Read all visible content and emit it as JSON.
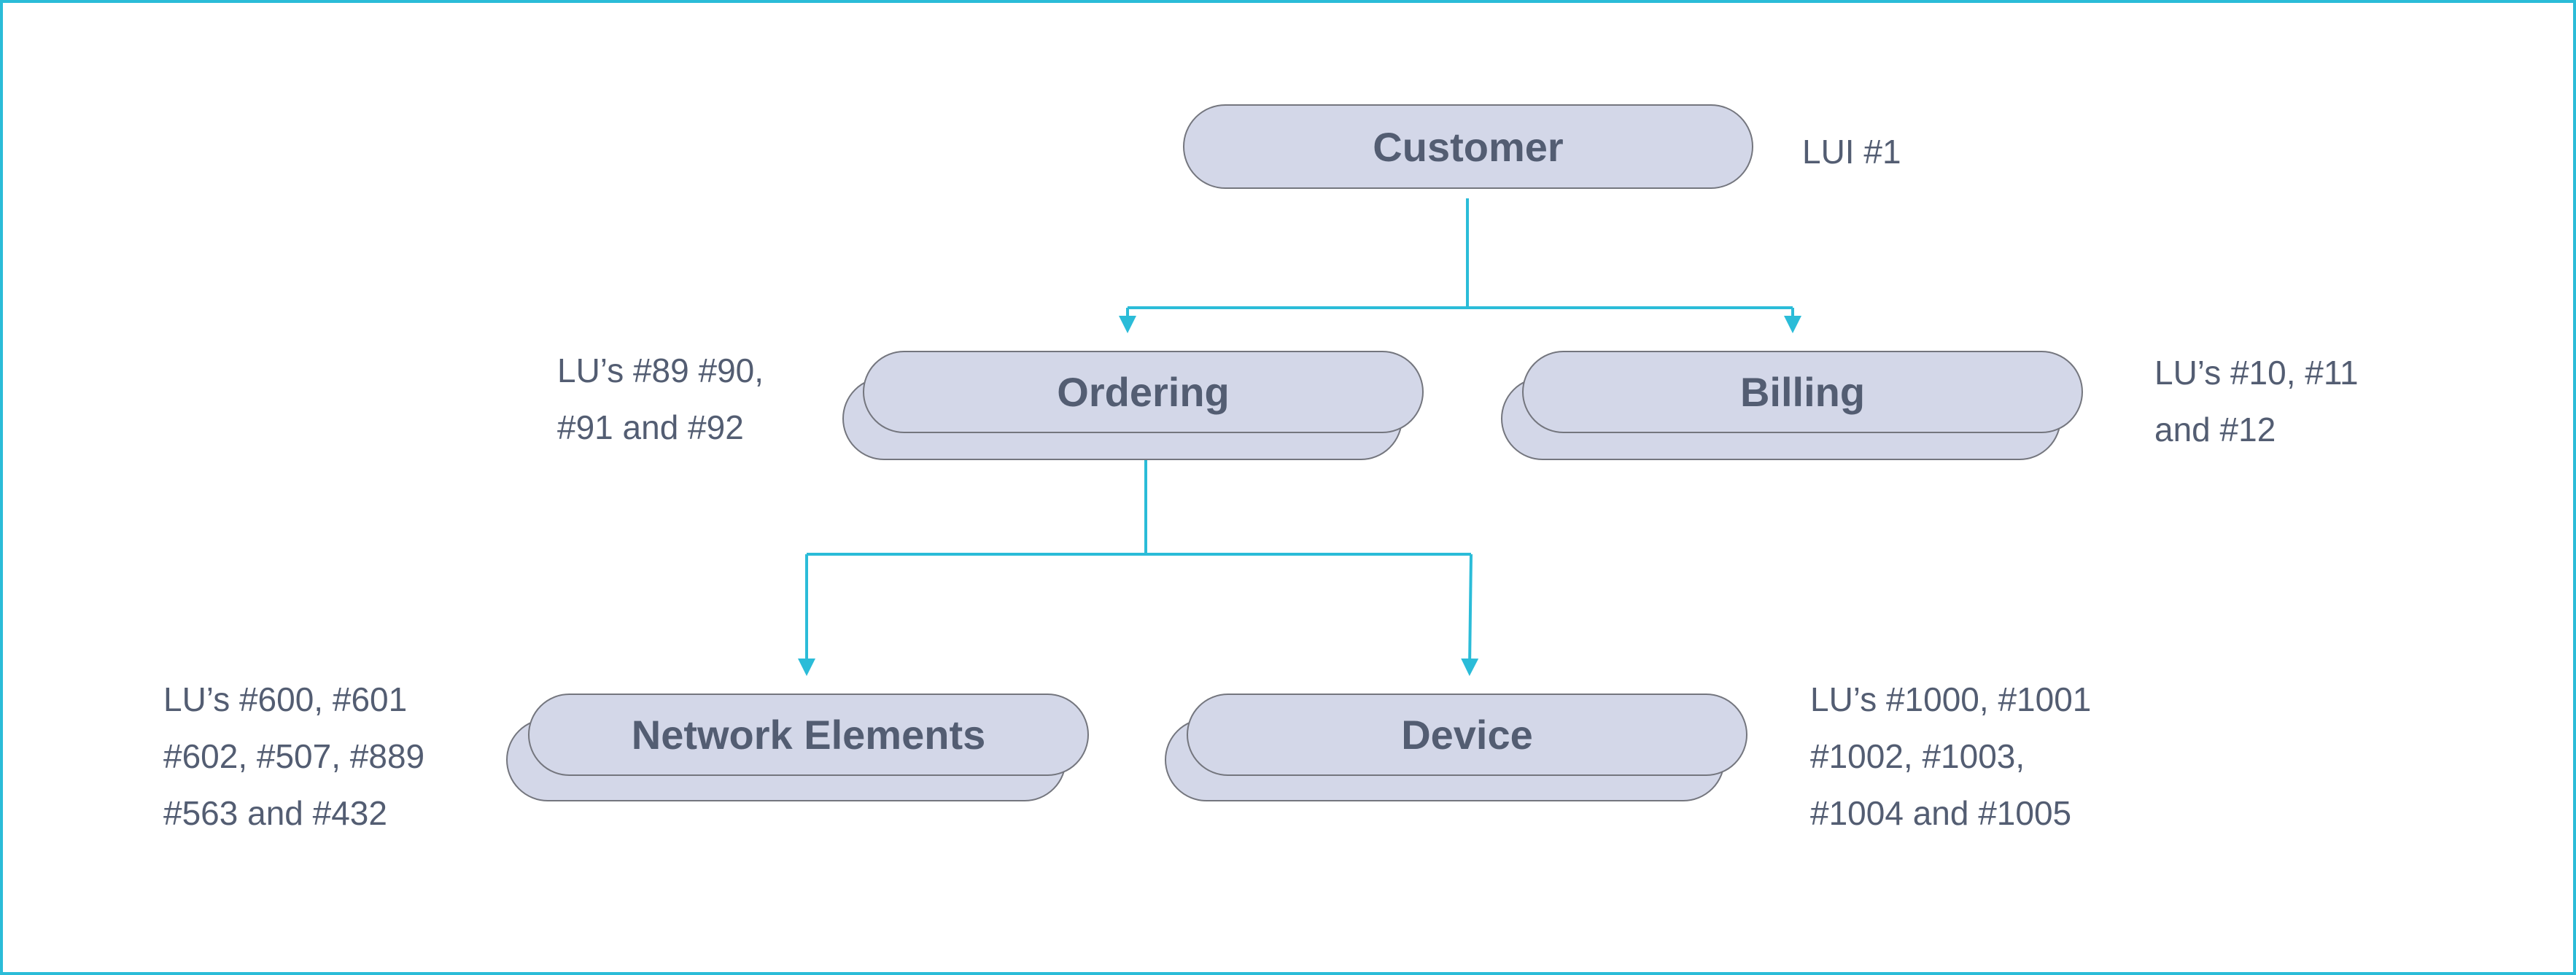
{
  "colors": {
    "frame": "#2bbcd8",
    "connector": "#2bbcd8",
    "node_fill": "#d3d7e8",
    "node_border": "#74767e",
    "text": "#535d72"
  },
  "nodes": {
    "customer": {
      "label": "Customer",
      "note": [
        "LUI #1"
      ]
    },
    "ordering": {
      "label": "Ordering",
      "note": [
        "LU’s #89 #90,",
        "#91 and #92"
      ]
    },
    "billing": {
      "label": "Billing",
      "note": [
        "LU’s #10, #11",
        " and #12"
      ]
    },
    "network_elements": {
      "label": "Network Elements",
      "note": [
        "LU’s #600, #601",
        "#602, #507, #889",
        "#563 and #432"
      ]
    },
    "device": {
      "label": "Device",
      "note": [
        "LU’s #1000, #1001",
        "#1002, #1003,",
        "#1004 and #1005"
      ]
    }
  }
}
